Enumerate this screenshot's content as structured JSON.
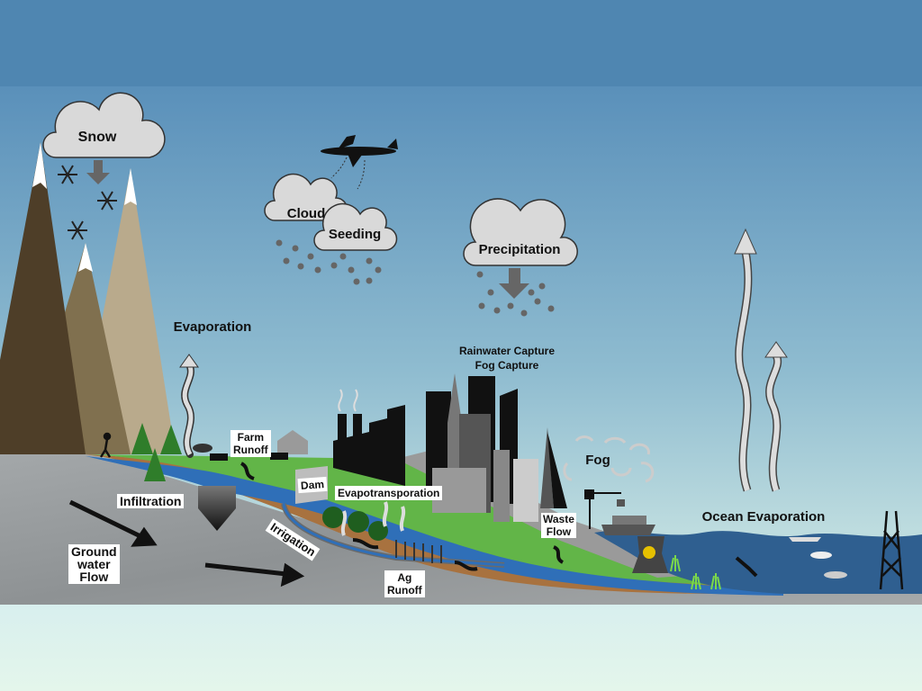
{
  "labels": {
    "snow": "Snow",
    "cloud": "Cloud",
    "seeding": "Seeding",
    "precipitation": "Precipitation",
    "evaporation": "Evaporation",
    "rainwater_capture": "Rainwater Capture",
    "fog_capture": "Fog Capture",
    "fog": "Fog",
    "ocean_evaporation": "Ocean Evaporation",
    "farm_runoff_1": "Farm",
    "farm_runoff_2": "Runoff",
    "infiltration": "Infiltration",
    "groundwater_1": "Ground",
    "groundwater_2": "water",
    "groundwater_3": "Flow",
    "dam": "Dam",
    "evapotranspiration": "Evapotransporation",
    "irrigation": "Irrigation",
    "ag_runoff_1": "Ag",
    "ag_runoff_2": "Runoff",
    "waste_flow_1": "Waste",
    "waste_flow_2": "Flow"
  },
  "colors": {
    "sky_top": "#4f86b1",
    "sky_bottom": "#cfe7e6",
    "river": "#2f6fb8",
    "ocean": "#2f5f90",
    "grass": "#62b548",
    "soil": "#a8723f",
    "rock": "#9a9ea0"
  }
}
